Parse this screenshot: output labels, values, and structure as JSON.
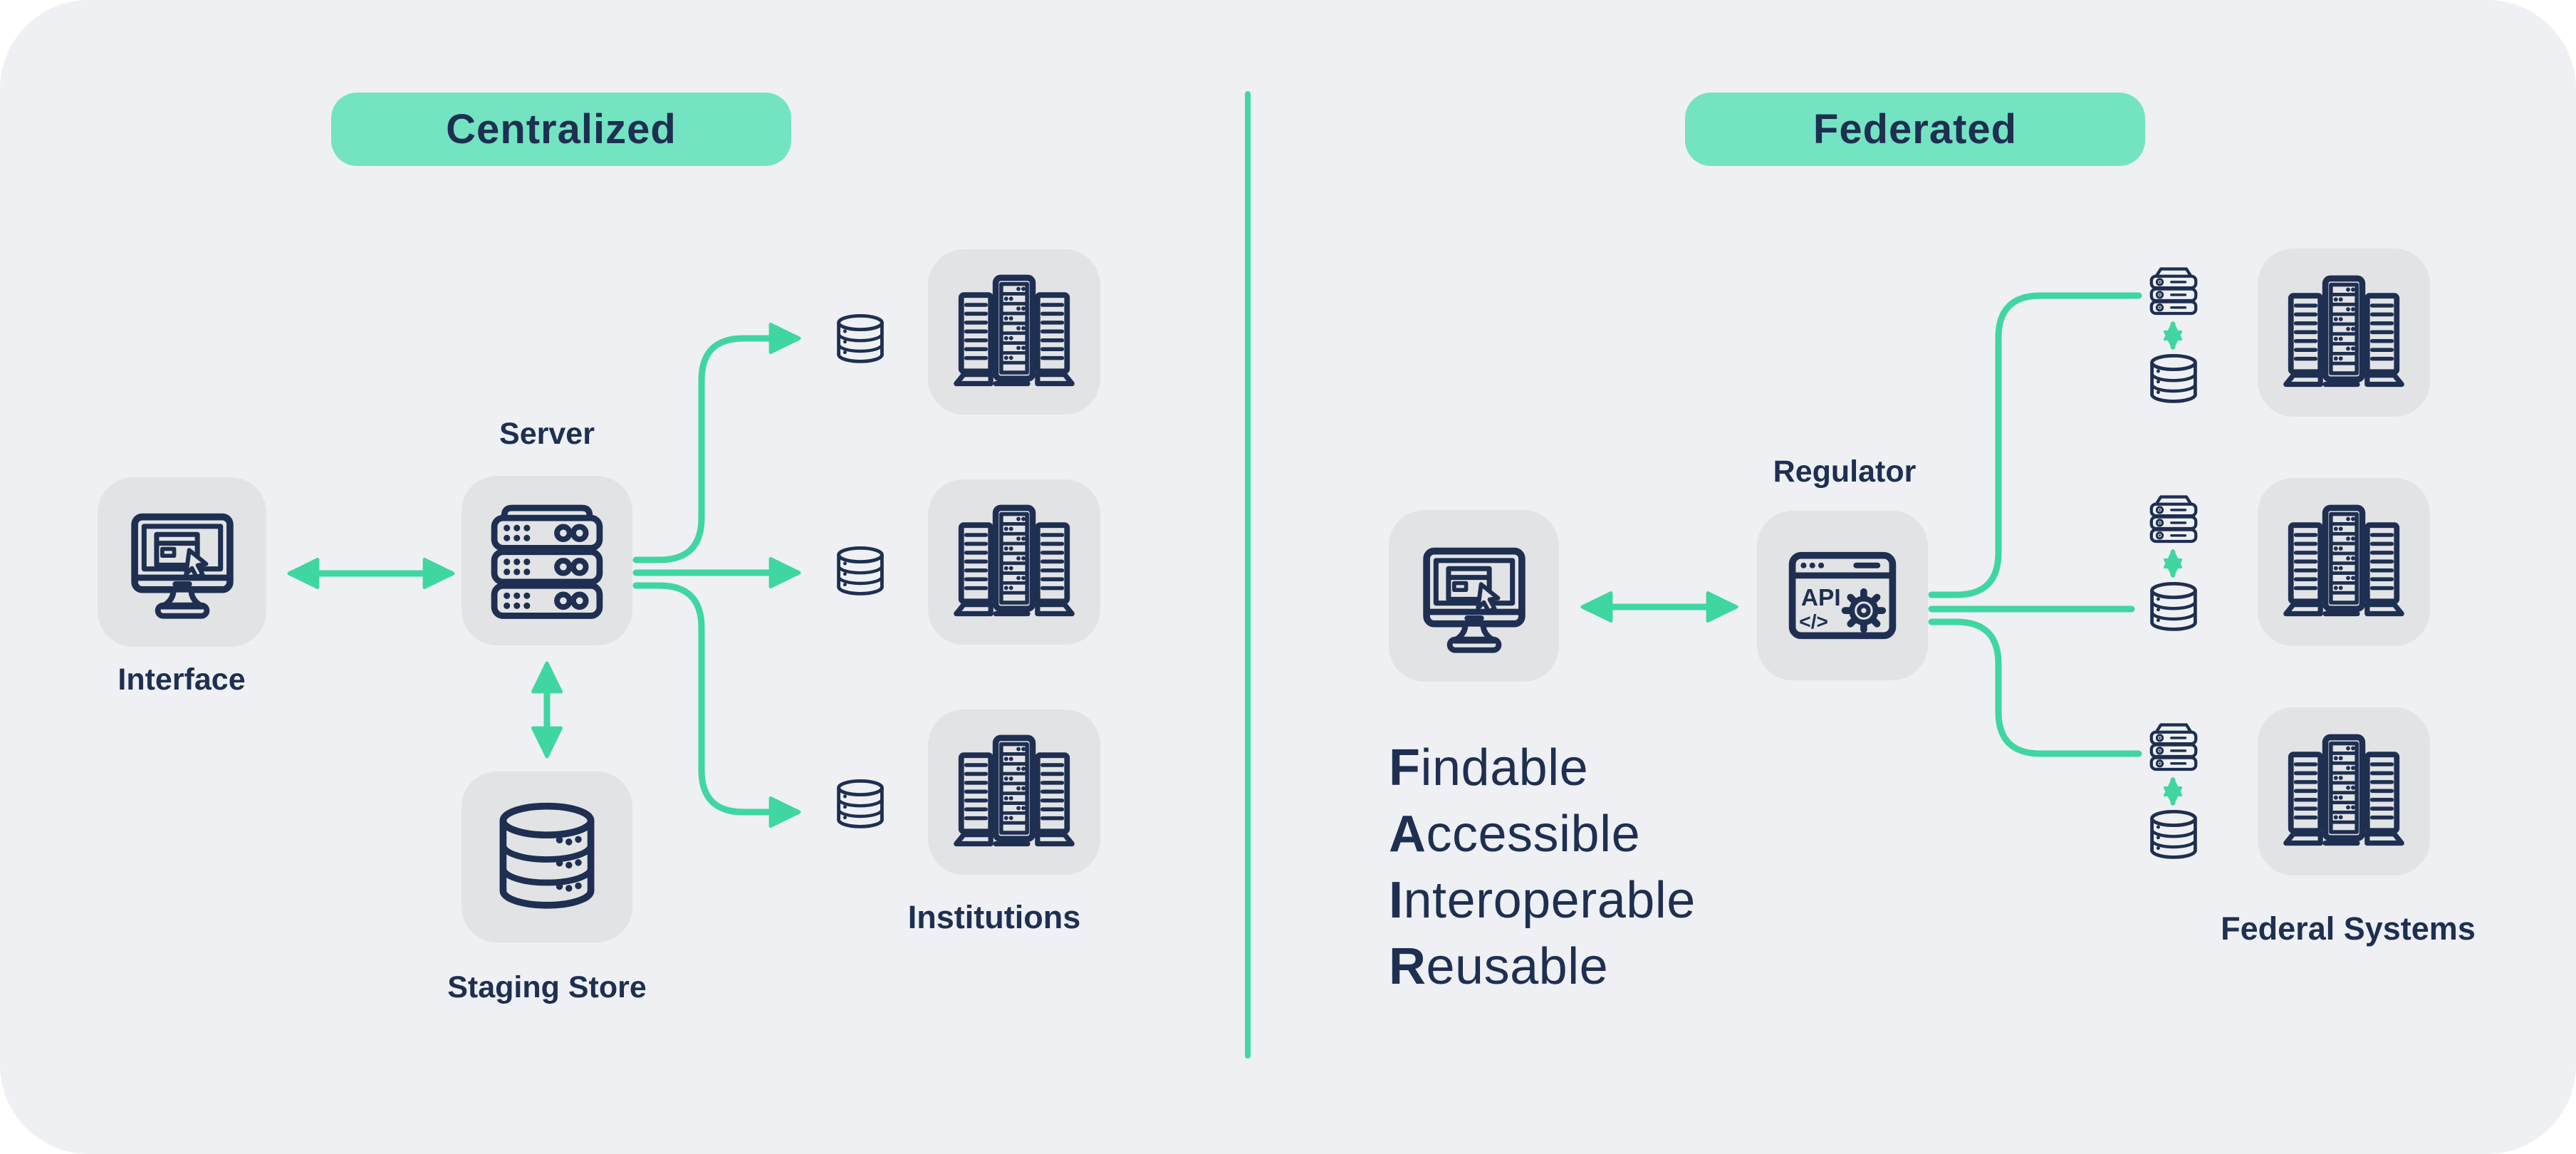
{
  "centralized": {
    "badge_label": "Centralized",
    "interface_label": "Interface",
    "server_label": "Server",
    "staging_store_label": "Staging Store",
    "institutions_label": "Institutions"
  },
  "federated": {
    "badge_label": "Federated",
    "regulator_label": "Regulator",
    "federal_systems_label": "Federal Systems",
    "regulator_icon": {
      "api_text": "API",
      "code_text": "</>"
    },
    "fair_acronym": [
      {
        "initial": "F",
        "rest": "indable"
      },
      {
        "initial": "A",
        "rest": "ccessible"
      },
      {
        "initial": "I",
        "rest": "nteroperable"
      },
      {
        "initial": "R",
        "rest": "eusable"
      }
    ]
  },
  "icons": {
    "interface": "monitor-cursor-icon",
    "federated_client": "monitor-cursor-icon",
    "server": "server-stack-icon",
    "staging_store": "database-icon",
    "institution_store": "database-small-icon",
    "institution": "data-center-icon",
    "regulator": "api-window-gear-icon",
    "federal_node_server": "server-small-icon",
    "federal_node_store": "database-small-icon",
    "federal_system": "data-center-icon"
  },
  "colors": {
    "page_background": "#ffffff",
    "canvas_background": "#eef0f4",
    "badge_green": "#74e3c1",
    "connector_green": "#3fd6a1",
    "navy": "#1e2f51",
    "tile_gray": "#e2e3e5"
  }
}
